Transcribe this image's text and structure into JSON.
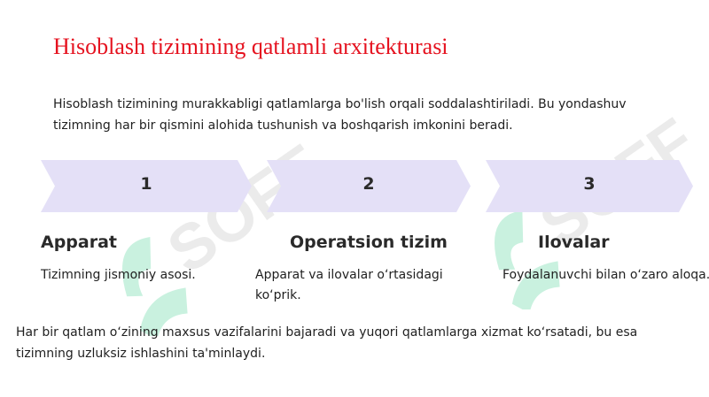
{
  "title": "Hisoblash tizimining qatlamli arxitekturasi",
  "intro": "Hisoblash tizimining murakkabligi qatlamlarga bo'lish orqali soddalashtiriladi. Bu yondashuv tizimning har bir qismini alohida tushunish va boshqarish imkonini beradi.",
  "steps": [
    {
      "number": "1",
      "heading": "Apparat",
      "description": "Tizimning jismoniy asosi."
    },
    {
      "number": "2",
      "heading": "Operatsion tizim",
      "description": "Apparat va ilovalar o‘rtasidagi ko‘prik."
    },
    {
      "number": "3",
      "heading": "Ilovalar",
      "description": "Foydalanuvchi bilan o‘zaro aloqa."
    }
  ],
  "outro": "Har bir qatlam o‘zining maxsus vazifalarini bajaradi va yuqori qatlamlarga xizmat ko‘rsatadi, bu esa tizimning uzluksiz ishlashini ta'minlaydi.",
  "watermark": "SOFF",
  "colors": {
    "title": "#e5121f",
    "chevron": "#e4e0f7",
    "watermark_green": "#3fcf8e",
    "watermark_gray": "#b9b9b9"
  }
}
